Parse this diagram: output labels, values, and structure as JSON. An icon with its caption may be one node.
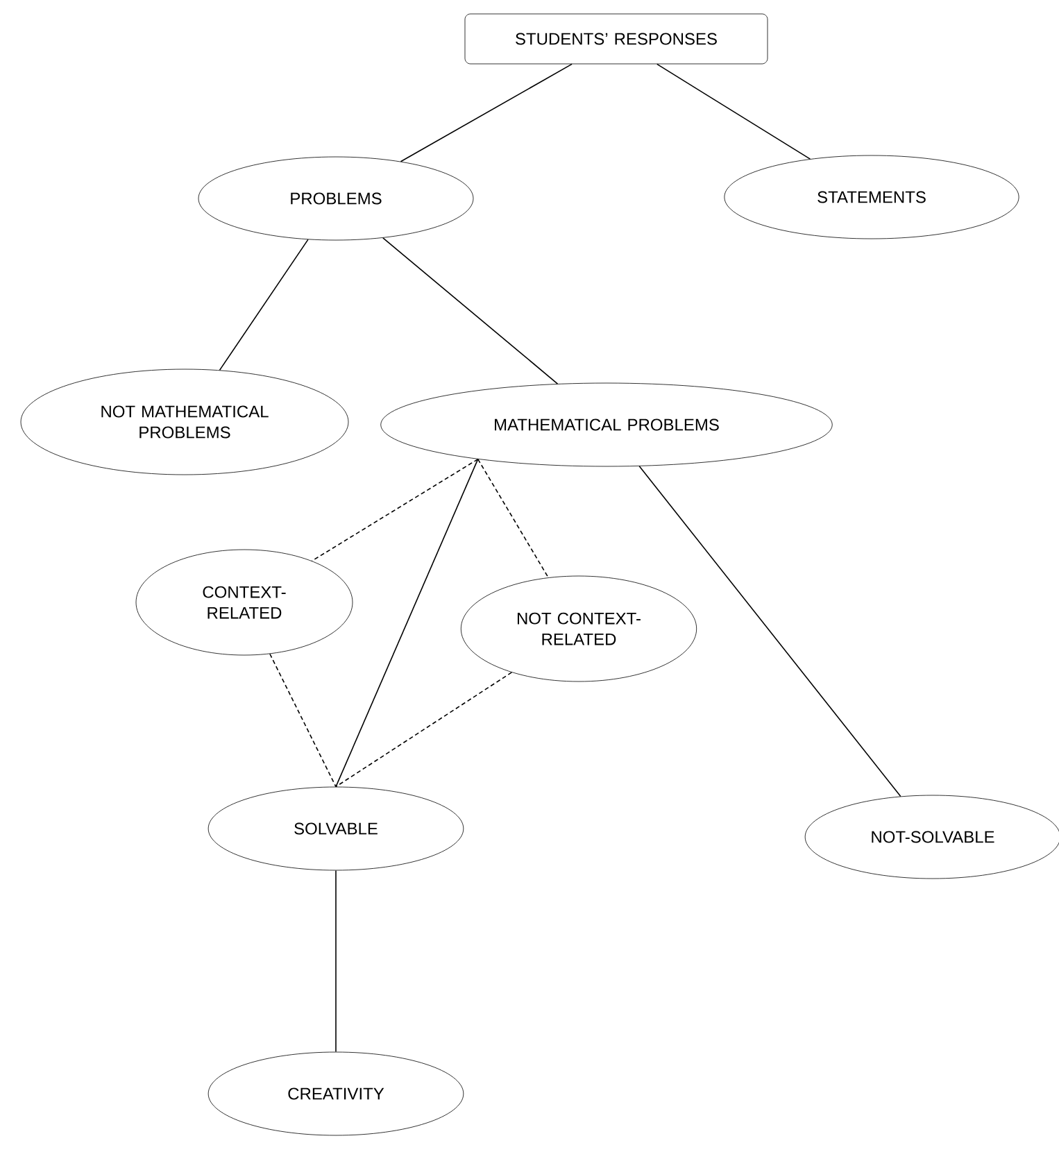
{
  "diagram": {
    "nodes": [
      {
        "text": [
          "STUDENTS’ RESPONSES"
        ]
      },
      {
        "text": [
          "PROBLEMS"
        ]
      },
      {
        "text": [
          "STATEMENTS"
        ]
      },
      {
        "text": [
          "NOT MATHEMATICAL PROBLEMS"
        ]
      },
      {
        "text": [
          "MATHEMATICAL PROBLEMS"
        ]
      },
      {
        "text": [
          "CONTEXT-RELATED"
        ]
      },
      {
        "text": [
          "NOT CONTEXT-RELATED"
        ]
      },
      {
        "text": [
          "SOLVABLE"
        ]
      },
      {
        "text": [
          "NOT-SOLVABLE"
        ]
      },
      {
        "text": [
          "CREATIVITY"
        ]
      }
    ],
    "edges": [
      {
        "from": 0,
        "to": 1,
        "arrow": "none"
      },
      {
        "from": 0,
        "to": 2,
        "arrow": "none"
      },
      {
        "from": 1,
        "to": 3,
        "arrow": "none"
      },
      {
        "from": 1,
        "to": 4,
        "arrow": "none"
      },
      {
        "from": 4,
        "to": 5,
        "arrow": "none",
        "style": "dashed"
      },
      {
        "from": 4,
        "to": 6,
        "arrow": "none",
        "style": "dashed"
      },
      {
        "from": 4,
        "to": 7,
        "arrow": "none"
      },
      {
        "from": 4,
        "to": 8,
        "arrow": "none"
      },
      {
        "from": 5,
        "to": 7,
        "arrow": "none",
        "style": "dashed"
      },
      {
        "from": 6,
        "to": 7,
        "arrow": "none",
        "style": "dashed"
      },
      {
        "from": 7,
        "to": 9,
        "arrow": "none"
      }
    ]
  }
}
